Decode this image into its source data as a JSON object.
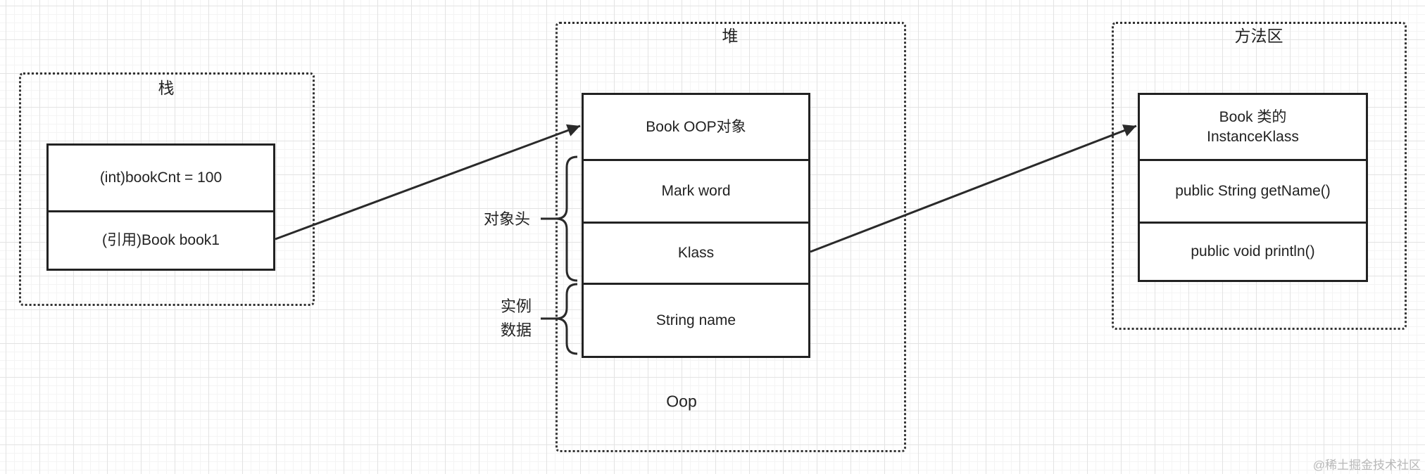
{
  "stack": {
    "title": "栈",
    "rows": [
      "(int)bookCnt = 100",
      "(引用)Book book1"
    ]
  },
  "heap": {
    "title": "堆",
    "rows": [
      "Book OOP对象",
      "Mark word",
      "Klass",
      "String name"
    ],
    "caption": "Oop",
    "brace_labels": {
      "object_header": "对象头",
      "instance_data": "实例\n数据"
    }
  },
  "method_area": {
    "title": "方法区",
    "rows": [
      "Book 类的\nInstanceKlass",
      "public String getName()",
      "public void println()"
    ]
  },
  "watermark": "@稀土掘金技术社区"
}
